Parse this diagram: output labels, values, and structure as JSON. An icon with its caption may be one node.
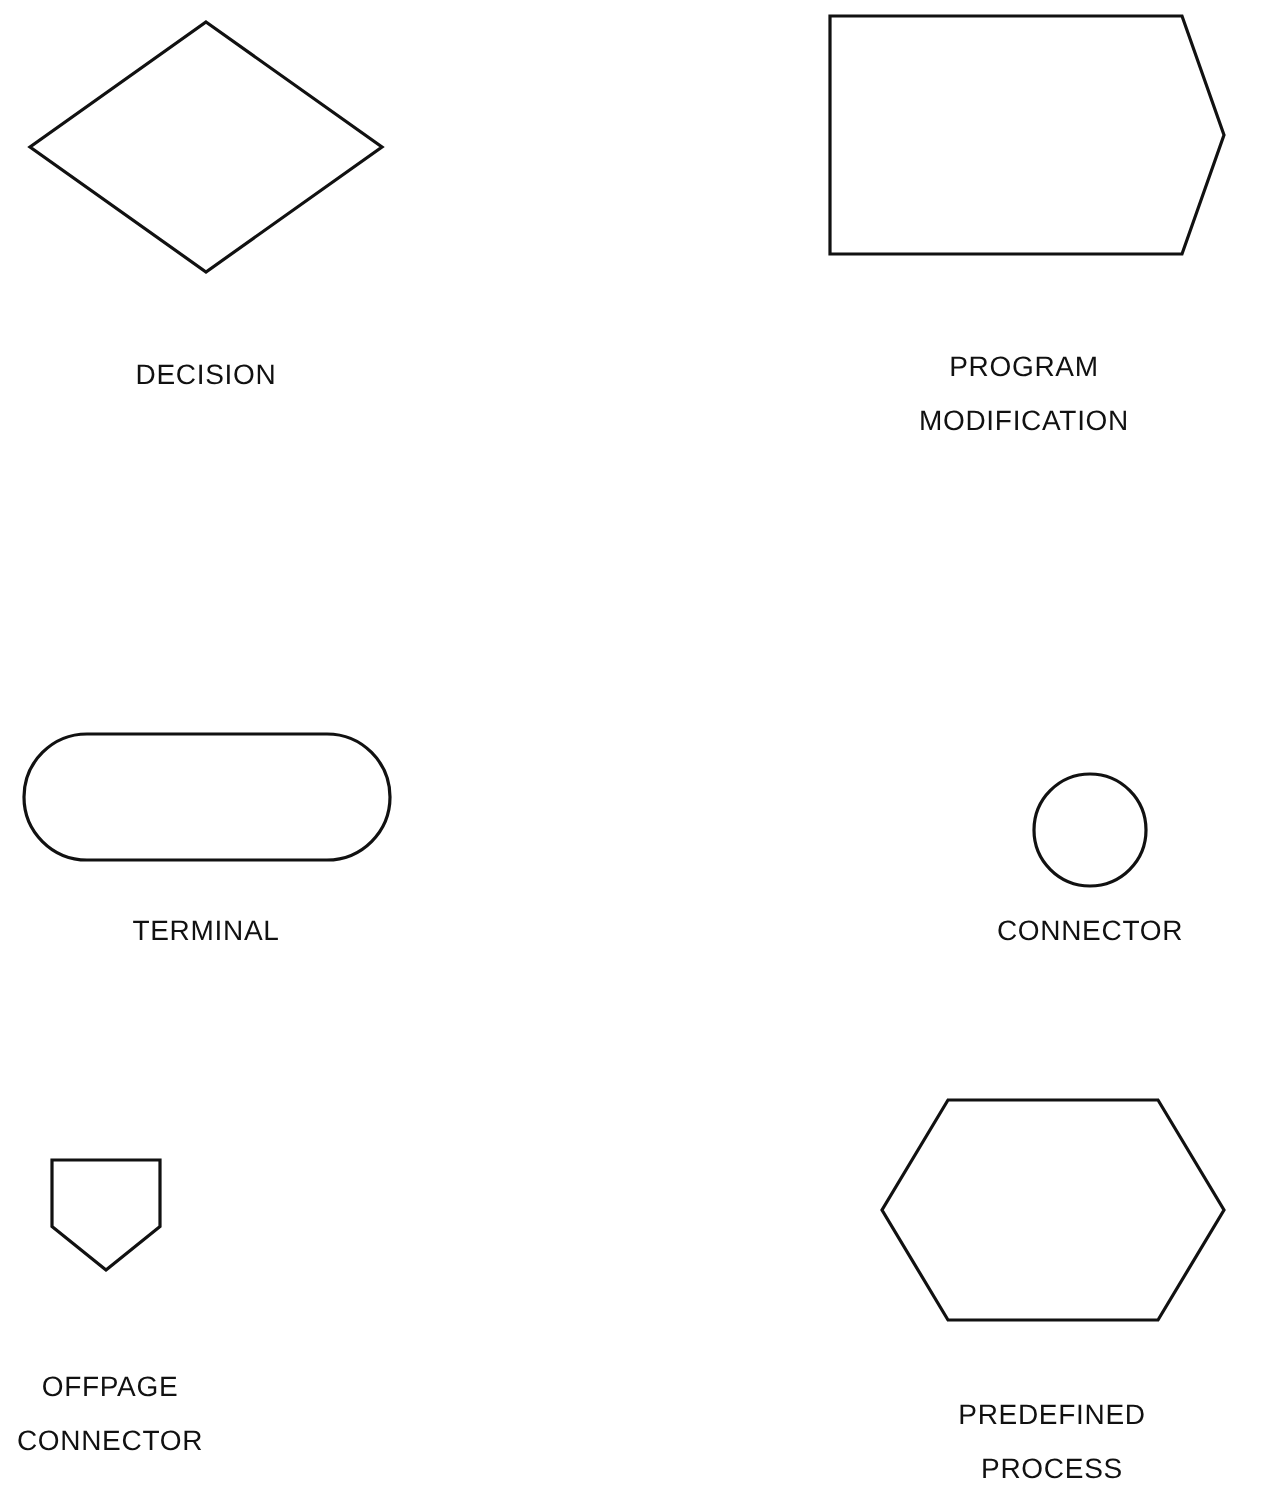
{
  "diagram": {
    "nodes": [
      {
        "text": [],
        "shape": "diamond",
        "beside": [
          "DECISION"
        ]
      },
      {
        "text": [],
        "shape": "pentagon",
        "beside": [
          "PROGRAM MODIFICATION"
        ]
      },
      {
        "text": [],
        "shape": "oval",
        "beside": [
          "TERMINAL"
        ]
      },
      {
        "text": [],
        "shape": "circle",
        "beside": [
          "CONNECTOR"
        ]
      },
      {
        "text": [],
        "shape": "shield",
        "beside": [
          "OFFPAGE CONNECTOR"
        ]
      },
      {
        "text": [],
        "shape": "hexagon",
        "beside": [
          "PREDEFINED PROCESS"
        ]
      }
    ]
  }
}
